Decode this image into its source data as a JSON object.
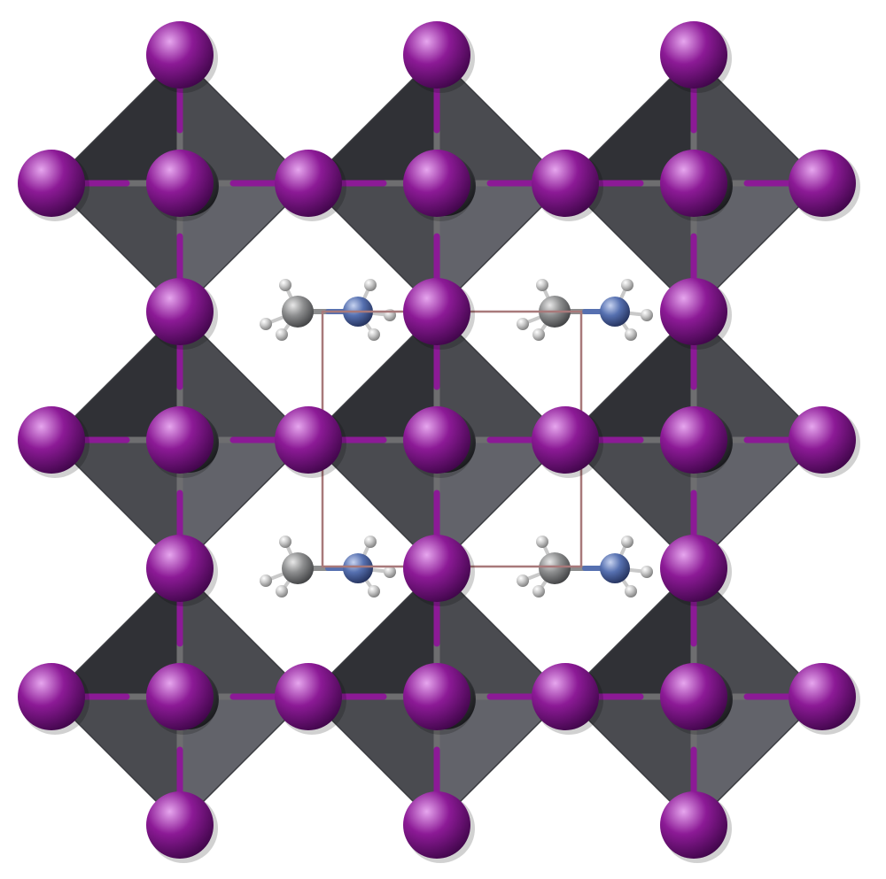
{
  "structure": {
    "octahedra_grid": {
      "cols": 3,
      "rows": 3
    },
    "cations_grid": {
      "cols": 2,
      "rows": 2
    }
  },
  "colors": {
    "background": "#ffffff",
    "iodine": "#8c1a96",
    "iodine_highlight": "#e6a6ee",
    "iodine_shadow": "#40064a",
    "lead_octahedron": "#4a4b50",
    "lead_octahedron_light": "#62636a",
    "lead_octahedron_dark": "#303136",
    "carbon": "#8c8d8e",
    "nitrogen": "#5670b0",
    "hydrogen": "#c9c9c9",
    "bond": "#6e6e70",
    "unit_cell": "#a8797a"
  }
}
